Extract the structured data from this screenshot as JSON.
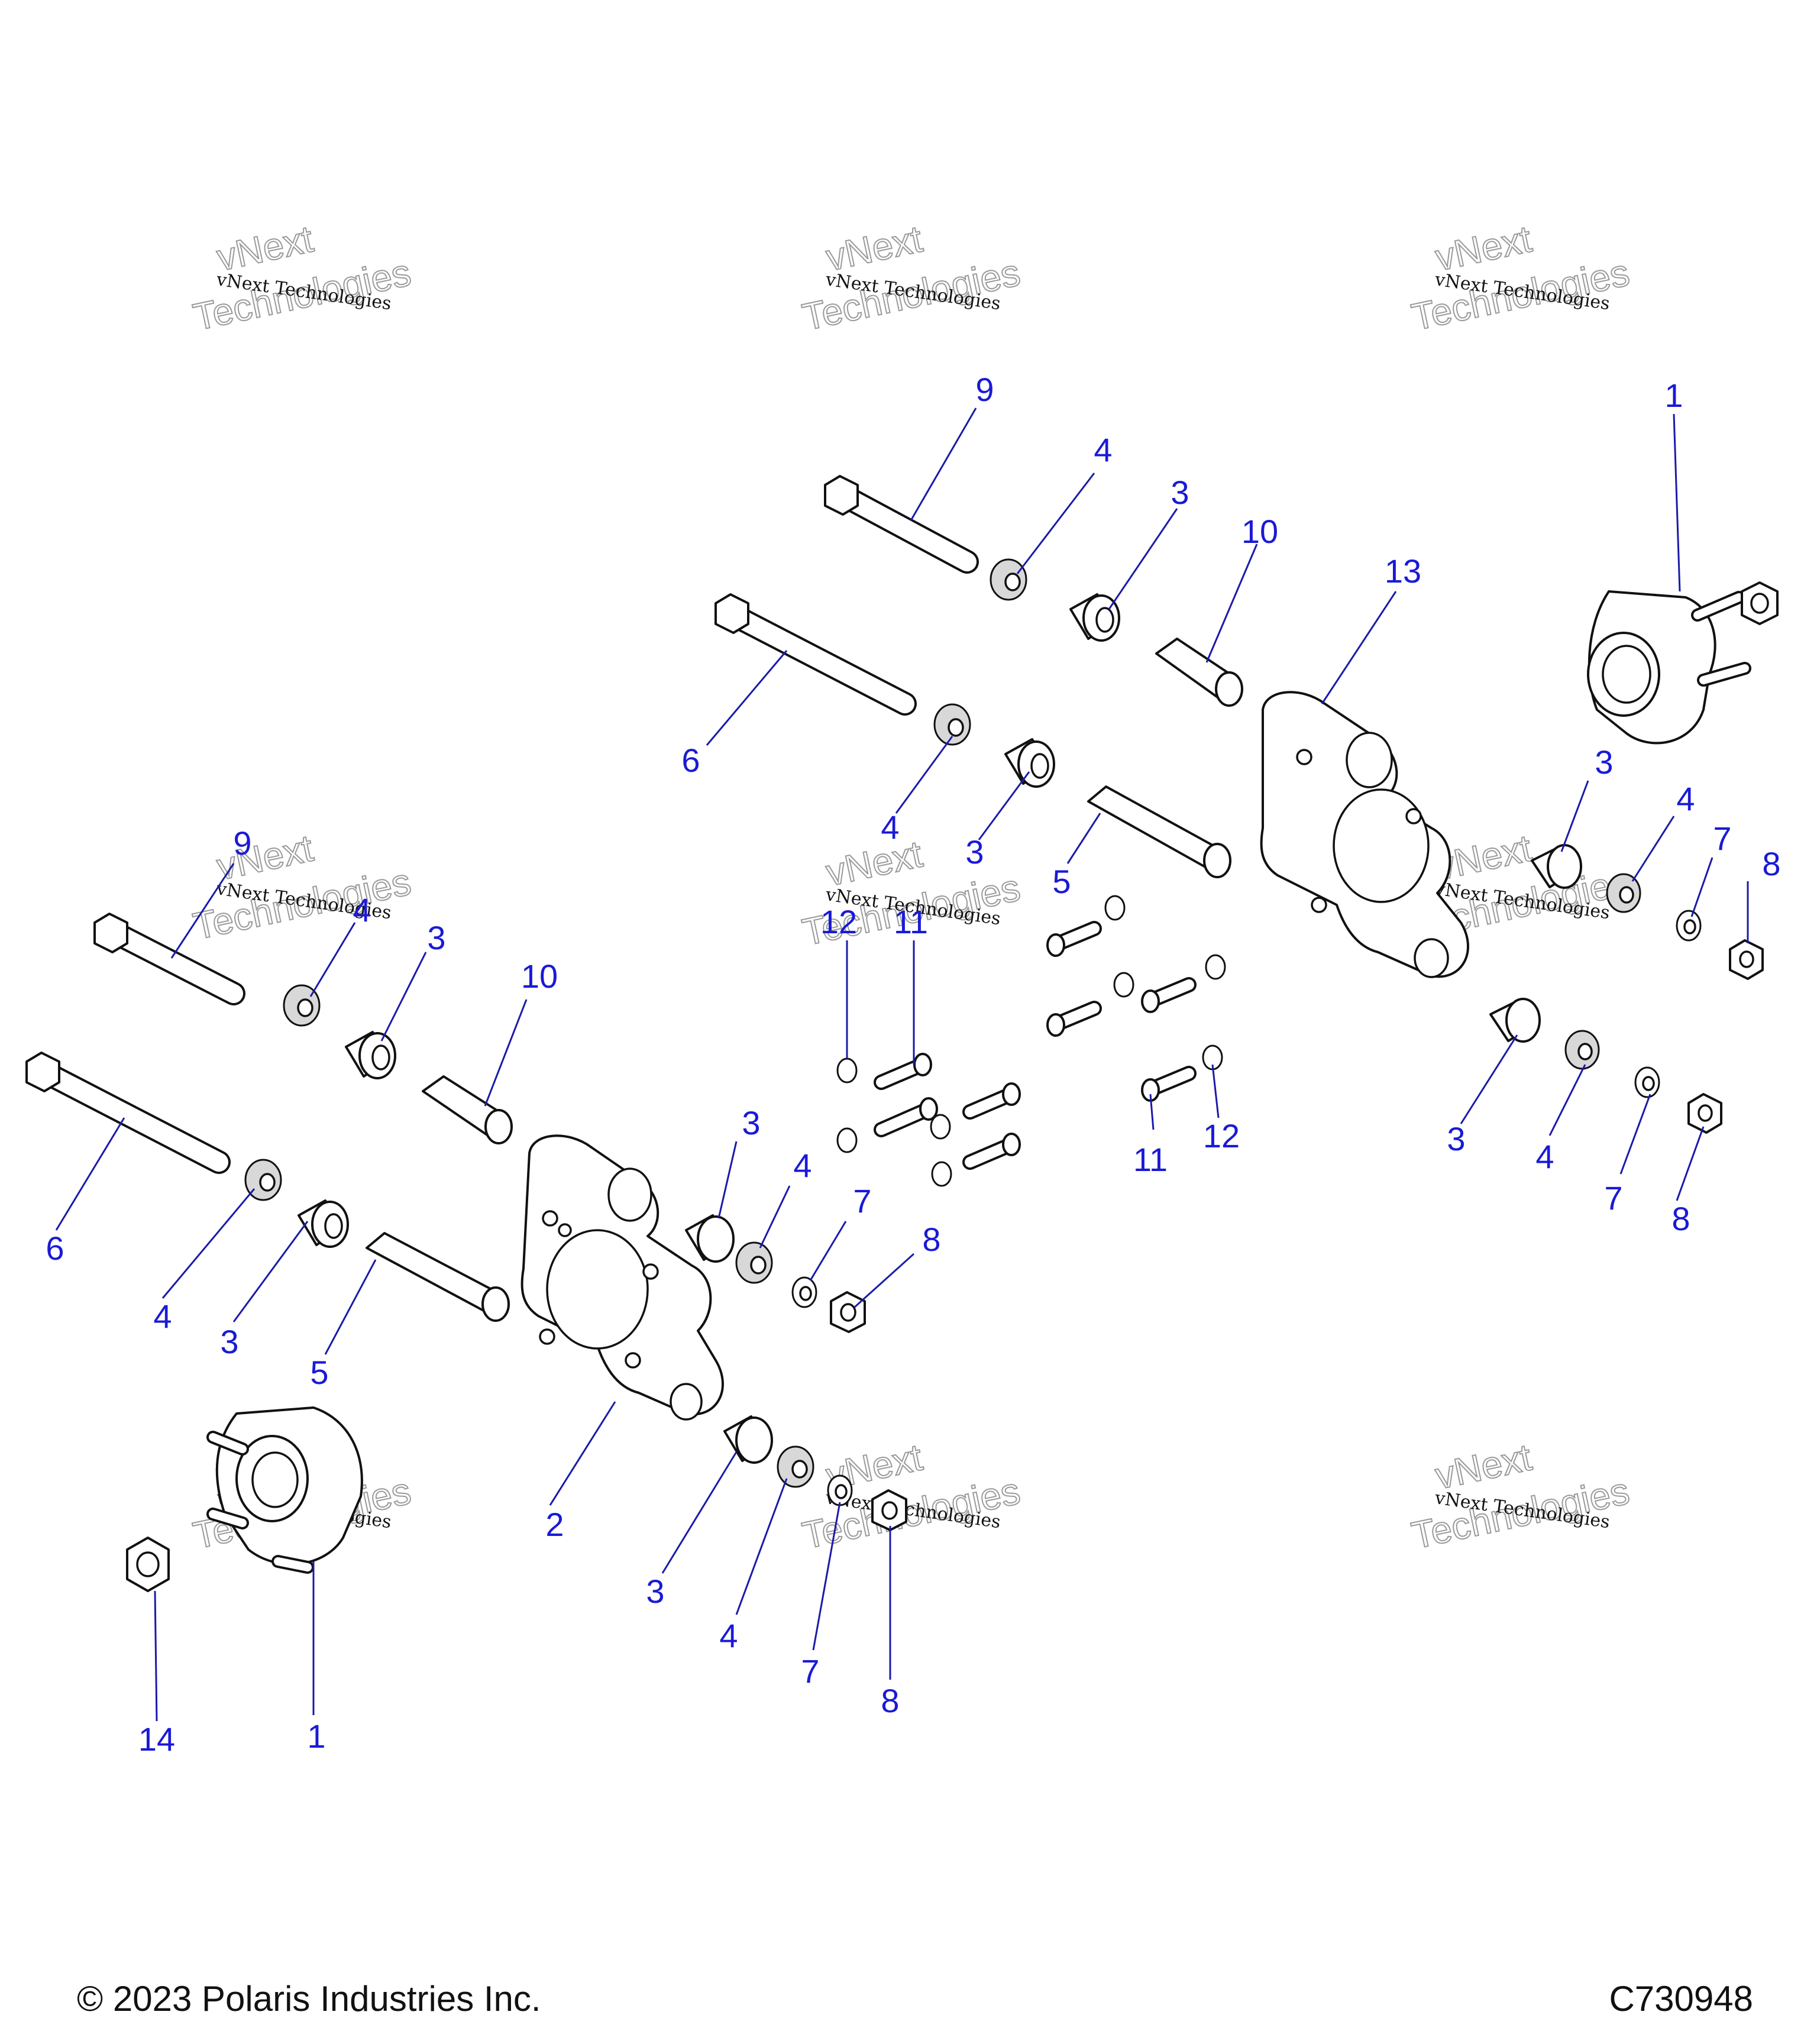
{
  "watermark": {
    "line1": "vNext Technologies",
    "outline1": "vNext",
    "outline2": "Technologies"
  },
  "callouts": {
    "c1a": "1",
    "c1b": "1",
    "c2": "2",
    "c3a": "3",
    "c3b": "3",
    "c3c": "3",
    "c3d": "3",
    "c3e": "3",
    "c3f": "3",
    "c3g": "3",
    "c3h": "3",
    "c4a": "4",
    "c4b": "4",
    "c4c": "4",
    "c4d": "4",
    "c4e": "4",
    "c4f": "4",
    "c4g": "4",
    "c4h": "4",
    "c5a": "5",
    "c5b": "5",
    "c6a": "6",
    "c6b": "6",
    "c7a": "7",
    "c7b": "7",
    "c7c": "7",
    "c7d": "7",
    "c8a": "8",
    "c8b": "8",
    "c8c": "8",
    "c8d": "8",
    "c9a": "9",
    "c9b": "9",
    "c10a": "10",
    "c10b": "10",
    "c11a": "11",
    "c11b": "11",
    "c12a": "12",
    "c12b": "12",
    "c13": "13",
    "c14": "14"
  },
  "footer": {
    "copyright": "© 2023 Polaris Industries Inc.",
    "diagram_id": "C730948"
  }
}
